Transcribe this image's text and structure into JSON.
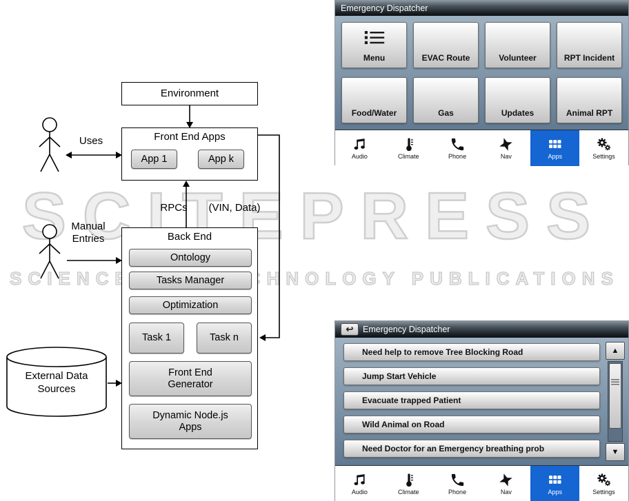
{
  "watermark": {
    "brand": "SCITEPRESS",
    "tagline": "SCIENCE AND TECHNOLOGY PUBLICATIONS"
  },
  "diagram": {
    "environment": "Environment",
    "front_end": {
      "title": "Front End Apps",
      "app_1": "App 1",
      "app_k": "App k"
    },
    "labels": {
      "uses": "Uses",
      "rpcs": "RPCs",
      "vin_data": "(VIN, Data)",
      "manual_entries": "Manual Entries"
    },
    "back_end": {
      "title": "Back End",
      "modules": [
        "Ontology",
        "Tasks Manager",
        "Optimization"
      ],
      "task_1": "Task 1",
      "task_n": "Task n",
      "front_end_generator": "Front End Generator",
      "dynamic_apps": "Dynamic Node.js Apps"
    },
    "external_data_sources": "External Data Sources"
  },
  "hmi_top": {
    "title": "Emergency Dispatcher",
    "buttons": [
      {
        "label": "Menu",
        "icon": "list-menu-icon"
      },
      {
        "label": "EVAC Route"
      },
      {
        "label": "Volunteer"
      },
      {
        "label": "RPT Incident"
      },
      {
        "label": "Food/Water"
      },
      {
        "label": "Gas"
      },
      {
        "label": "Updates"
      },
      {
        "label": "Animal RPT"
      }
    ]
  },
  "hmi_bottom": {
    "title": "Emergency Dispatcher",
    "back_glyph": "↩",
    "requests": [
      "Need help to remove Tree Blocking Road",
      "Jump Start Vehicle",
      "Evacuate trapped Patient",
      "Wild Animal on Road",
      "Need Doctor for an Emergency breathing prob"
    ],
    "scrollbar": {
      "up_glyph": "▲",
      "down_glyph": "▼"
    }
  },
  "navbar": {
    "active_item": "Apps",
    "active_color": "#1565d3",
    "items": [
      {
        "label": "Audio",
        "icon": "music-note-icon"
      },
      {
        "label": "Climate",
        "icon": "thermometer-icon"
      },
      {
        "label": "Phone",
        "icon": "phone-icon"
      },
      {
        "label": "Nav",
        "icon": "compass-star-icon"
      },
      {
        "label": "Apps",
        "icon": "apps-grid-icon"
      },
      {
        "label": "Settings",
        "icon": "gears-icon"
      }
    ]
  }
}
